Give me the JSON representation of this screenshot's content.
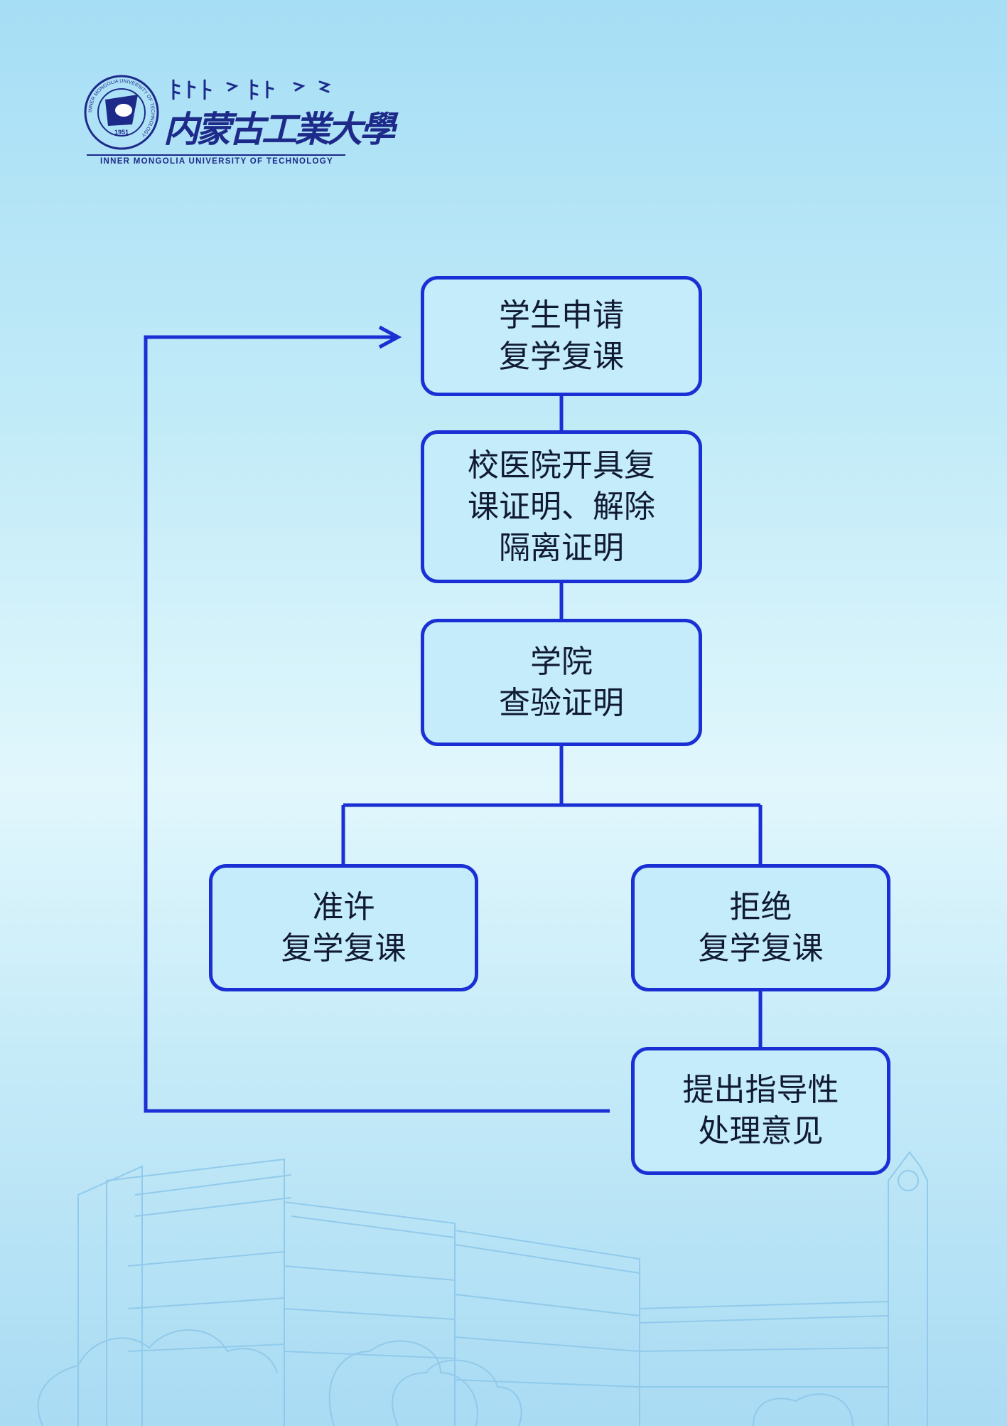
{
  "logo": {
    "cn_name": "内蒙古工業大學",
    "en_name": "INNER MONGOLIA UNIVERSITY OF TECHNOLOGY",
    "seal_year": "1951",
    "seal_ring_text": "INNER MONGOLIA UNIVERSITY OF TECHNOLOGY"
  },
  "flow": {
    "student_apply": [
      "学生申请",
      "复学复课"
    ],
    "hospital_certify": [
      "校医院开具复",
      "课证明、解除",
      "隔离证明"
    ],
    "college_verify": [
      "学院",
      "查验证明"
    ],
    "approve": [
      "准许",
      "复学复课"
    ],
    "reject": [
      "拒绝",
      "复学复课"
    ],
    "guidance": [
      "提出指导性",
      "处理意见"
    ]
  },
  "colors": {
    "line": "#1b30d4",
    "navy": "#1d2a8a",
    "background_top": "#a6def5",
    "background_mid": "#e1f7fc",
    "building_outline": "#8ec8ea"
  }
}
